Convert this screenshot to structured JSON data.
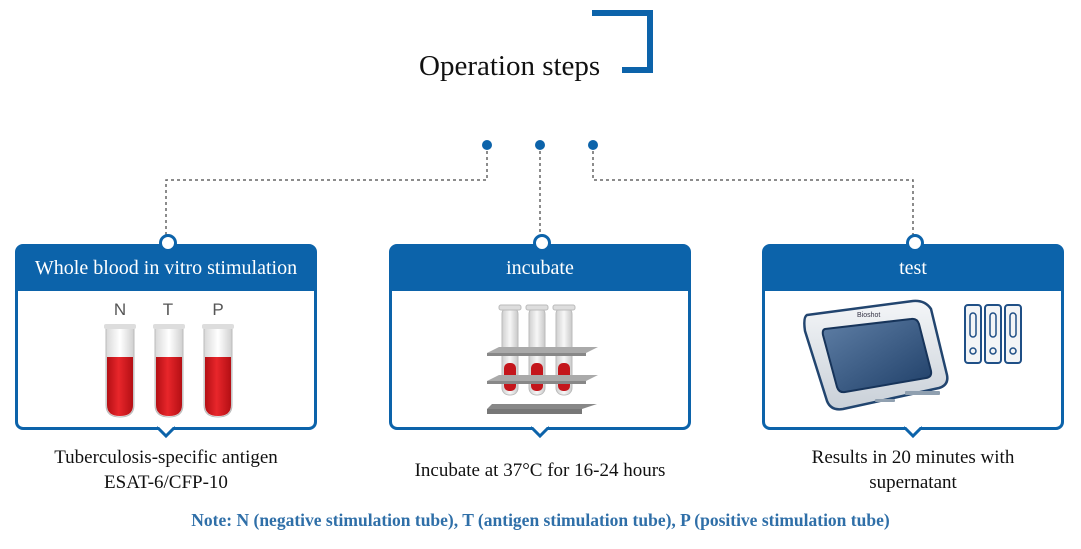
{
  "title": "Operation steps",
  "colors": {
    "primary": "#0c63aa",
    "note": "#2f6fa8",
    "blood": "#e31e24"
  },
  "steps": [
    {
      "header": "Whole blood in vitro stimulation",
      "caption_lines": [
        "Tuberculosis-specific antigen",
        "ESAT-6/CFP-10"
      ],
      "tube_labels": [
        "N",
        "T",
        "P"
      ],
      "illustration": "three-blood-tubes"
    },
    {
      "header": "incubate",
      "caption_lines": [
        "Incubate at 37°C for 16-24 hours"
      ],
      "illustration": "tubes-in-rack"
    },
    {
      "header": "test",
      "caption_lines": [
        "Results in 20 minutes with",
        "supernatant"
      ],
      "device_brand": "Bioshot",
      "illustration": "analyzer-with-cartridges"
    }
  ],
  "note": "Note: N (negative stimulation tube), T (antigen stimulation tube), P (positive stimulation tube)"
}
